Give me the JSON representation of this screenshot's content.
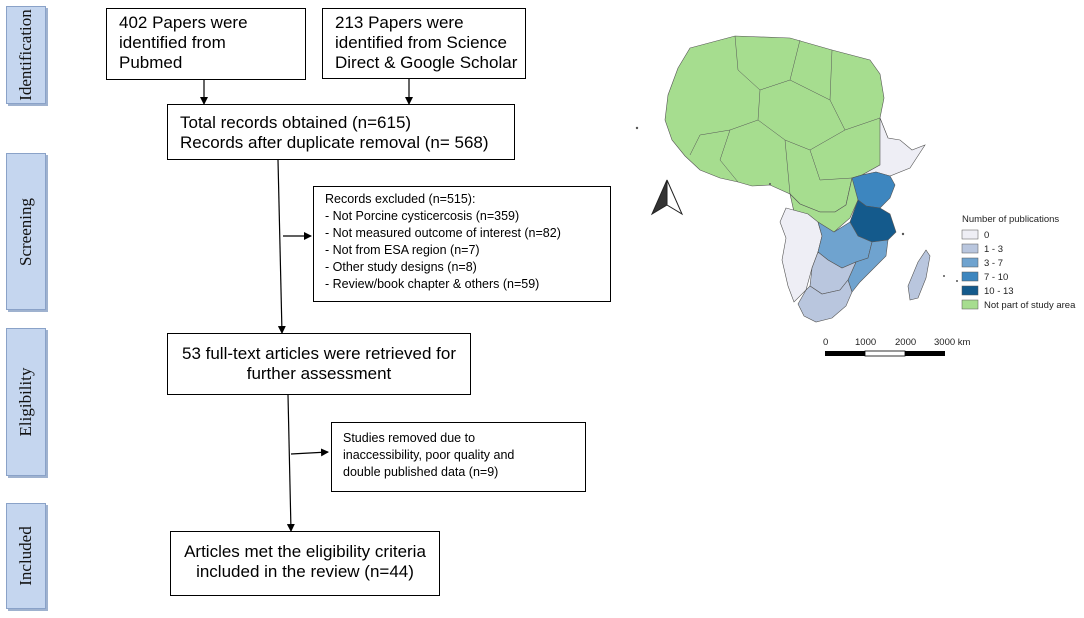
{
  "phases": [
    "Identification",
    "Screening",
    "Eligibility",
    "Included"
  ],
  "boxes": {
    "pubmed": [
      "402 Papers were",
      "identified from",
      "Pubmed"
    ],
    "science_direct": [
      "213 Papers were",
      "identified from Science",
      "Direct & Google Scholar"
    ],
    "total_records": [
      "Total records obtained (n=615)",
      "Records after duplicate removal (n= 568)"
    ],
    "excluded": [
      "Records excluded (n=515):",
      "- Not Porcine cysticercosis (n=359)",
      "- Not measured outcome of interest (n=82)",
      "- Not from ESA region (n=7)",
      "- Other study designs (n=8)",
      "- Review/book chapter & others (n=59)"
    ],
    "full_text": [
      "53 full-text articles were retrieved for",
      "further assessment"
    ],
    "removed": [
      "Studies removed due to",
      "inaccessibility, poor quality and",
      "double published data (n=9)"
    ],
    "included": [
      "Articles met the eligibility criteria",
      "included in the review (n=44)"
    ]
  },
  "map": {
    "legend_title": "Number of publications",
    "legend": [
      {
        "label": "0",
        "color": "#eeeef5"
      },
      {
        "label": "1 - 3",
        "color": "#b9c6de"
      },
      {
        "label": "3 - 7",
        "color": "#6fa3cf"
      },
      {
        "label": "7 - 10",
        "color": "#3d86bf"
      },
      {
        "label": "10 - 13",
        "color": "#145a8c"
      },
      {
        "label": "Not part of study area",
        "color": "#a6dd8f"
      }
    ],
    "scale_labels": [
      "0",
      "1000",
      "2000",
      "3000 km"
    ]
  }
}
